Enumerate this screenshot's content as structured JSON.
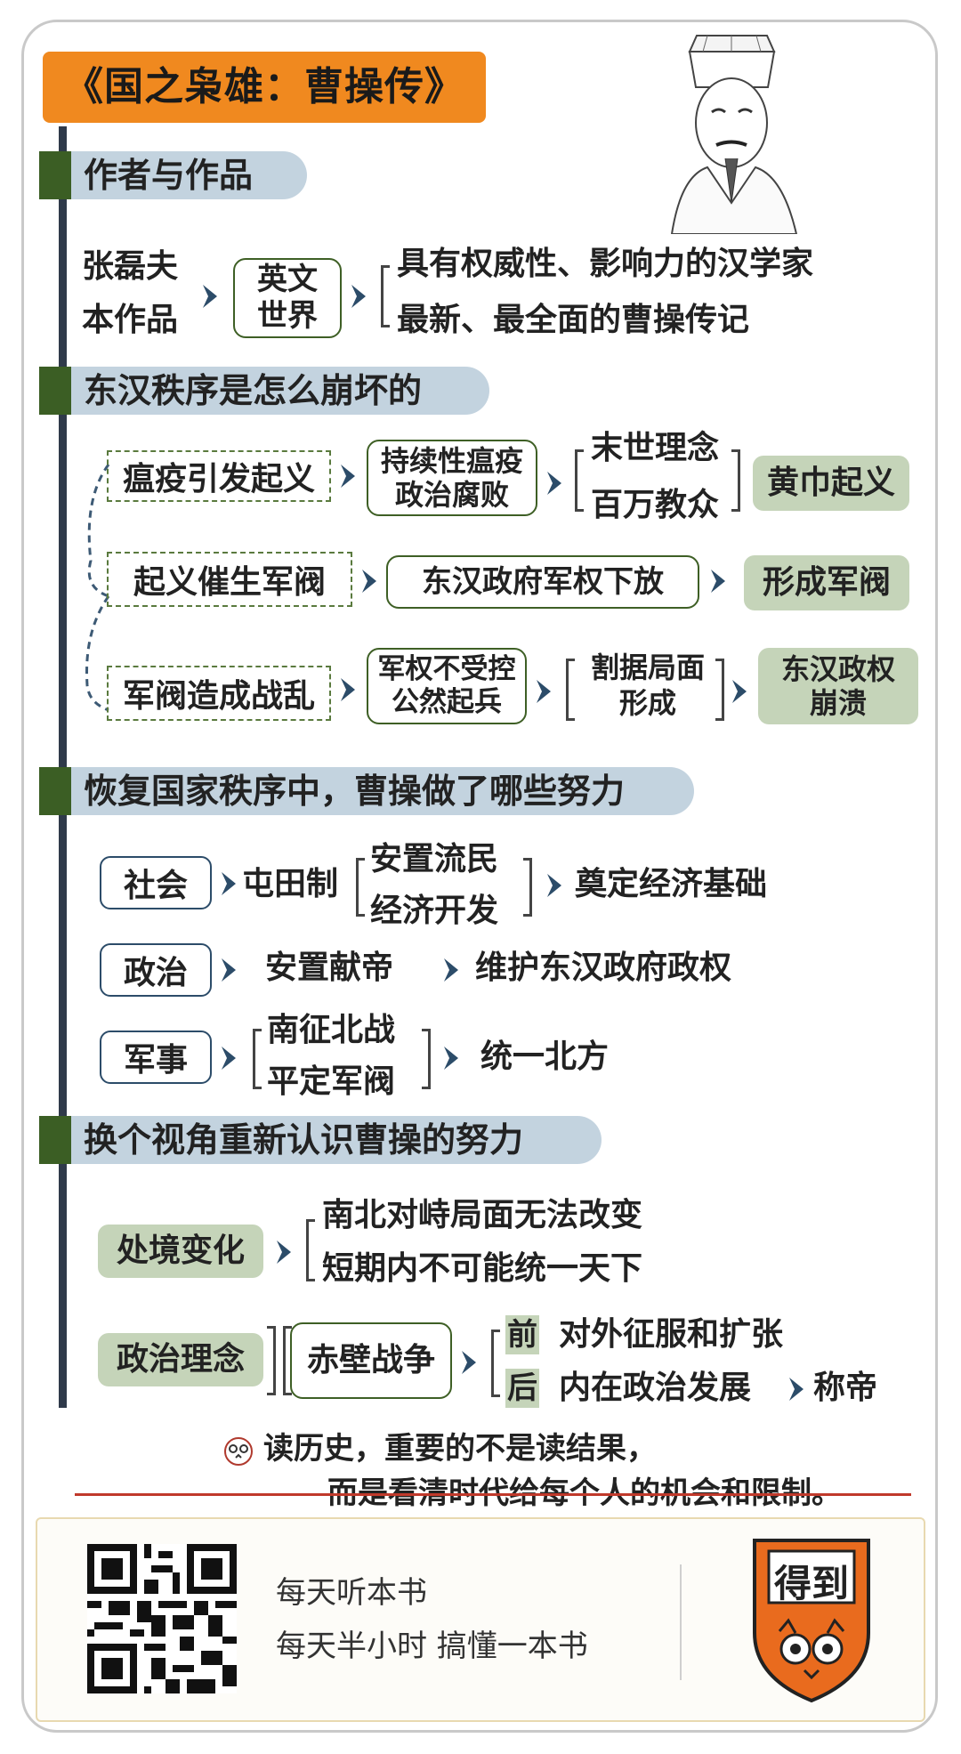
{
  "title": "《国之枭雄：曹操传》",
  "sections": {
    "s1": "作者与作品",
    "s2": "东汉秩序是怎么崩坏的",
    "s3": "恢复国家秩序中，曹操做了哪些努力",
    "s4": "换个视角重新认识曹操的努力"
  },
  "author": {
    "name": "张磊夫",
    "work": "本作品",
    "box_line1": "英文",
    "box_line2": "世界",
    "point1": "具有权威性、影响力的汉学家",
    "point2": "最新、最全面的曹操传记"
  },
  "collapse": {
    "row1": {
      "cause": "瘟疫引发起义",
      "box_line1": "持续性瘟疫",
      "box_line2": "政治腐败",
      "sub1": "末世理念",
      "sub2": "百万教众",
      "result": "黄巾起义"
    },
    "row2": {
      "cause": "起义催生军阀",
      "box": "东汉政府军权下放",
      "result": "形成军阀"
    },
    "row3": {
      "cause": "军阀造成战乱",
      "box_line1": "军权不受控",
      "box_line2": "公然起兵",
      "mid_line1": "割据局面",
      "mid_line2": "形成",
      "result_line1": "东汉政权",
      "result_line2": "崩溃"
    }
  },
  "efforts": {
    "social": {
      "label": "社会",
      "policy": "屯田制",
      "sub1": "安置流民",
      "sub2": "经济开发",
      "result": "奠定经济基础"
    },
    "political": {
      "label": "政治",
      "action": "安置献帝",
      "result": "维护东汉政府政权"
    },
    "military": {
      "label": "军事",
      "sub1": "南征北战",
      "sub2": "平定军阀",
      "result": "统一北方"
    }
  },
  "perspective": {
    "situation": {
      "label": "处境变化",
      "point1": "南北对峙局面无法改变",
      "point2": "短期内不可能统一天下"
    },
    "ideology": {
      "label": "政治理念",
      "event": "赤壁战争",
      "before_tag": "前",
      "before": "对外征服和扩张",
      "after_tag": "后",
      "after": "内在政治发展",
      "result": "称帝"
    }
  },
  "quote": {
    "line1": "读历史，重要的不是读结果，",
    "line2": "而是看清时代给每个人的机会和限制。"
  },
  "footer": {
    "line1": "每天听本书",
    "line2": "每天半小时 搞懂一本书",
    "logo_text": "得到"
  },
  "colors": {
    "title_bg": "#f0891f",
    "section_bg": "#c3d3df",
    "section_mark": "#3b5e24",
    "fill_green": "#c5d4b9",
    "arrow_blue": "#2c4c69"
  }
}
